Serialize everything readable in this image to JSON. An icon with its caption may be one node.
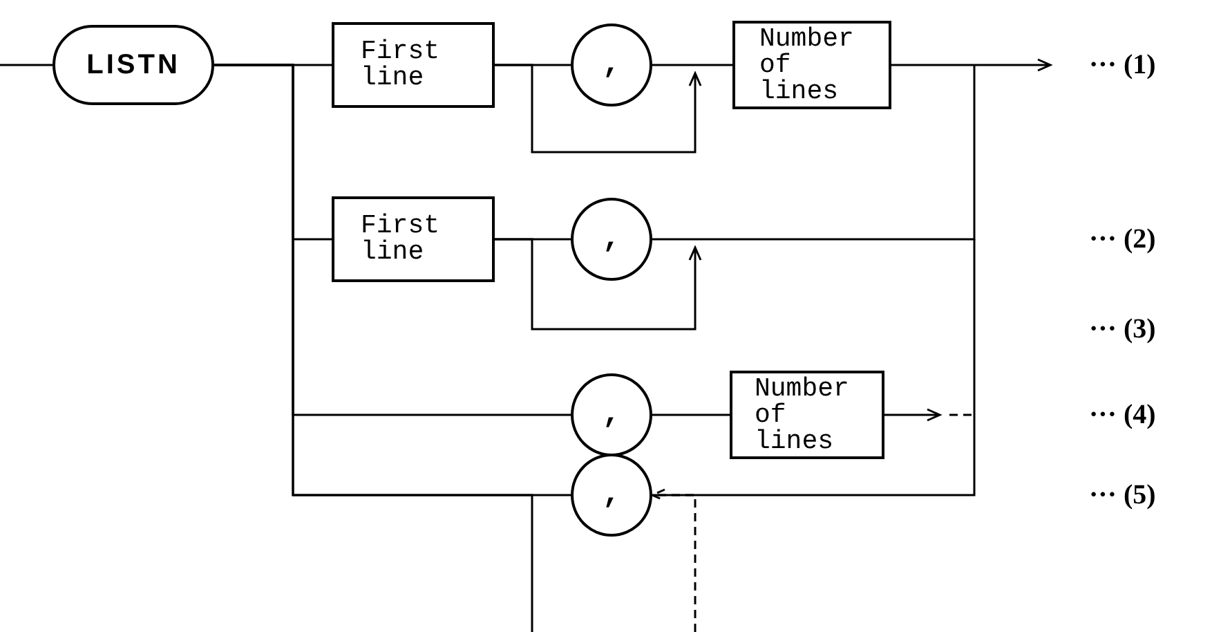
{
  "diagram": {
    "nodes": [
      {
        "text": [
          "LISTN"
        ]
      },
      {
        "text": [
          "First line"
        ]
      },
      {
        "text": [
          ","
        ]
      },
      {
        "text": [
          "Number of lines"
        ]
      },
      {
        "text": [
          "First line"
        ]
      },
      {
        "text": [
          ","
        ]
      },
      {
        "text": [
          ","
        ]
      },
      {
        "text": [
          "Number of lines"
        ]
      },
      {
        "text": [
          ","
        ]
      }
    ],
    "edges": [
      {
        "from": null,
        "to": 0,
        "arrow": "none"
      },
      {
        "from": 0,
        "to": 1,
        "arrow": "none"
      },
      {
        "from": 1,
        "to": 2,
        "arrow": "none"
      },
      {
        "from": 2,
        "to": 3,
        "arrow": "none"
      },
      {
        "from": 1,
        "to": null,
        "arrow": "to"
      },
      {
        "from": 3,
        "to": null,
        "arrow": "to"
      },
      {
        "from": 0,
        "to": 4,
        "arrow": "none"
      },
      {
        "from": 4,
        "to": 5,
        "arrow": "none"
      },
      {
        "from": 5,
        "to": null,
        "arrow": "none"
      },
      {
        "from": 4,
        "to": null,
        "arrow": "to"
      },
      {
        "from": 0,
        "to": 6,
        "arrow": "none"
      },
      {
        "from": 6,
        "to": 7,
        "arrow": "none"
      },
      {
        "from": 7,
        "to": null,
        "arrow": "to"
      },
      {
        "from": 0,
        "to": 8,
        "arrow": "none"
      },
      {
        "from": 8,
        "to": null,
        "arrow": "none"
      },
      {
        "from": 0,
        "to": null,
        "arrow": "none"
      },
      {
        "from": null,
        "to": 8,
        "arrow": "to",
        "style": "dashed"
      }
    ],
    "labels": [
      "··· (1)",
      "··· (2)",
      "··· (3)",
      "··· (4)",
      "··· (5)"
    ]
  }
}
